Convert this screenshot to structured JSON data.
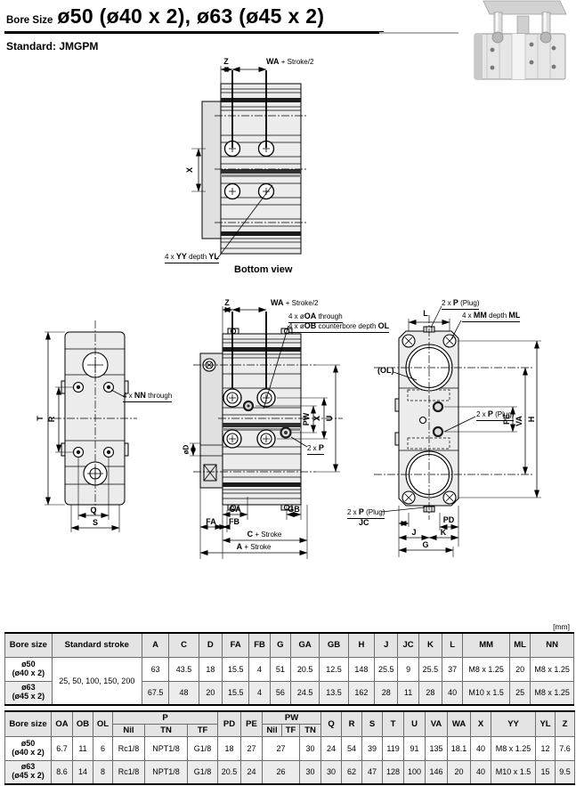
{
  "page": {
    "title_prefix": "Bore Size",
    "title": "ø50 (ø40 x 2), ø63 (ø45 x 2)",
    "standard_label": "Standard: JMGPM",
    "unit_note": "[mm]"
  },
  "drawings": {
    "bottom_view": {
      "caption": "Bottom view",
      "dim_z": "Z",
      "dim_wa": {
        "b": "WA",
        "post": " + Stroke/2"
      },
      "dim_x": "X",
      "label_yy": {
        "pre": "4 x ",
        "b": "YY",
        "mid": " depth ",
        "b2": "YL"
      }
    },
    "plan_view": {
      "dim_t": "T",
      "dim_r": "R",
      "dim_q": "Q",
      "dim_s": "S",
      "label_nn": {
        "pre": "4 x ",
        "b": "NN",
        "post": " through"
      }
    },
    "front_view": {
      "dim_z": "Z",
      "dim_wa": {
        "b": "WA",
        "post": " + Stroke/2"
      },
      "label_oa": {
        "pre": "4 x ø",
        "b": "OA",
        "post": " through"
      },
      "label_ob": {
        "pre": "4 x ø",
        "b": "OB",
        "mid": " counterbore depth ",
        "b2": "OL"
      },
      "label_p": {
        "pre": "2 x ",
        "b": "P"
      },
      "dim_pw": "PW",
      "dim_x": "X",
      "dim_u": "U",
      "dim_d": "øD",
      "dim_fa": "FA",
      "dim_fb": "FB",
      "dim_ga": "GA",
      "dim_gb": "GB",
      "dim_c": {
        "b": "C",
        "post": " + Stroke"
      },
      "dim_a": {
        "b": "A",
        "post": " + Stroke"
      }
    },
    "end_view": {
      "label_p_top": {
        "pre": "2 x ",
        "b": "P",
        "post": " (Plug)"
      },
      "dim_l": "L",
      "label_mm": {
        "pre": "4 x ",
        "b": "MM",
        "mid": " depth ",
        "b2": "ML"
      },
      "label_ol": "(OL)",
      "label_p_mid": {
        "pre": "2 x ",
        "b": "P",
        "post": " (Plug)"
      },
      "dim_pe": "PE",
      "dim_va": "VA",
      "dim_h": "H",
      "label_p_bot": {
        "pre": "2 x ",
        "b": "P",
        "post": " (Plug)"
      },
      "dim_jc": "JC",
      "dim_j": "J",
      "dim_pd": "PD",
      "dim_k": "K",
      "dim_g": "G"
    }
  },
  "table1": {
    "col_bore": "Bore size",
    "col_stroke": "Standard stroke",
    "cols": [
      "A",
      "C",
      "D",
      "FA",
      "FB",
      "G",
      "GA",
      "GB",
      "H",
      "J",
      "JC",
      "K",
      "L",
      "MM",
      "ML",
      "NN"
    ],
    "stroke_value": "25, 50, 100, 150, 200",
    "rows": [
      {
        "bore_line1": "ø50",
        "bore_line2": "(ø40 x 2)",
        "values": [
          "63",
          "43.5",
          "18",
          "15.5",
          "4",
          "51",
          "20.5",
          "12.5",
          "148",
          "25.5",
          "9",
          "25.5",
          "37",
          "M8 x 1.25",
          "20",
          "M8 x 1.25"
        ]
      },
      {
        "bore_line1": "ø63",
        "bore_line2": "(ø45 x 2)",
        "values": [
          "67.5",
          "48",
          "20",
          "15.5",
          "4",
          "56",
          "24.5",
          "13.5",
          "162",
          "28",
          "11",
          "28",
          "40",
          "M10 x 1.5",
          "25",
          "M8 x 1.25"
        ]
      }
    ]
  },
  "table2": {
    "col_bore": "Bore size",
    "cols_left": [
      "OA",
      "OB",
      "OL"
    ],
    "group_p": {
      "label": "P",
      "subs": [
        "Nil",
        "TN",
        "TF"
      ]
    },
    "cols_mid": [
      "PD",
      "PE"
    ],
    "group_pw": {
      "label": "PW",
      "subs": [
        "Nil",
        "TF",
        "TN"
      ]
    },
    "cols_right": [
      "Q",
      "R",
      "S",
      "T",
      "U",
      "VA",
      "WA",
      "X",
      "YY",
      "YL",
      "Z"
    ],
    "rows": [
      {
        "bore_line1": "ø50",
        "bore_line2": "(ø40 x 2)",
        "left": [
          "6.7",
          "11",
          "6"
        ],
        "p": [
          "Rc1/8",
          "NPT1/8",
          "G1/8"
        ],
        "mid": [
          "18",
          "27"
        ],
        "pw_niltf": "27",
        "pw_tn": "30",
        "right": [
          "24",
          "54",
          "39",
          "119",
          "91",
          "135",
          "18.1",
          "40",
          "M8 x 1.25",
          "12",
          "7.6"
        ]
      },
      {
        "bore_line1": "ø63",
        "bore_line2": "(ø45 x 2)",
        "left": [
          "8.6",
          "14",
          "8"
        ],
        "p": [
          "Rc1/8",
          "NPT1/8",
          "G1/8"
        ],
        "mid": [
          "20.5",
          "24"
        ],
        "pw_niltf": "26",
        "pw_tn": "30",
        "right": [
          "30",
          "62",
          "47",
          "128",
          "100",
          "146",
          "20",
          "40",
          "M10 x 1.5",
          "15",
          "9.5"
        ]
      }
    ]
  }
}
